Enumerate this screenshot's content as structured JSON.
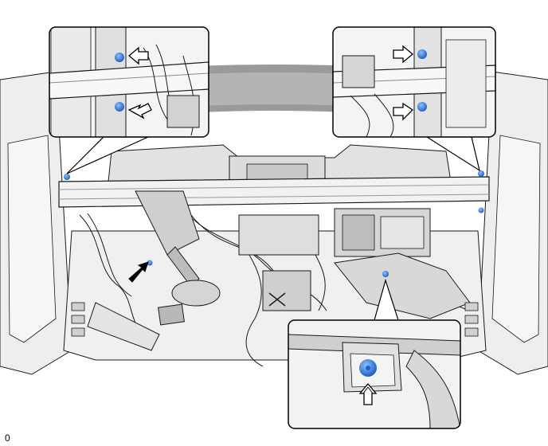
{
  "figure": {
    "caption": "0",
    "colors": {
      "line": "#1a1a1a",
      "shade_light": "#e9e9e9",
      "shade_mid": "#c8c8c8",
      "shade_dark": "#8a8a8a",
      "fastener": "#3a7fd9",
      "callout_border": "#000000"
    },
    "callouts": [
      {
        "name": "upper-left-detail",
        "fastener_count": 2,
        "arrow_style": "hollow"
      },
      {
        "name": "upper-right-detail",
        "fastener_count": 2,
        "arrow_style": "hollow"
      },
      {
        "name": "lower-center-detail",
        "fastener_count": 1,
        "arrow_style": "hollow-double"
      }
    ],
    "main_view_arrow_style": "solid"
  }
}
